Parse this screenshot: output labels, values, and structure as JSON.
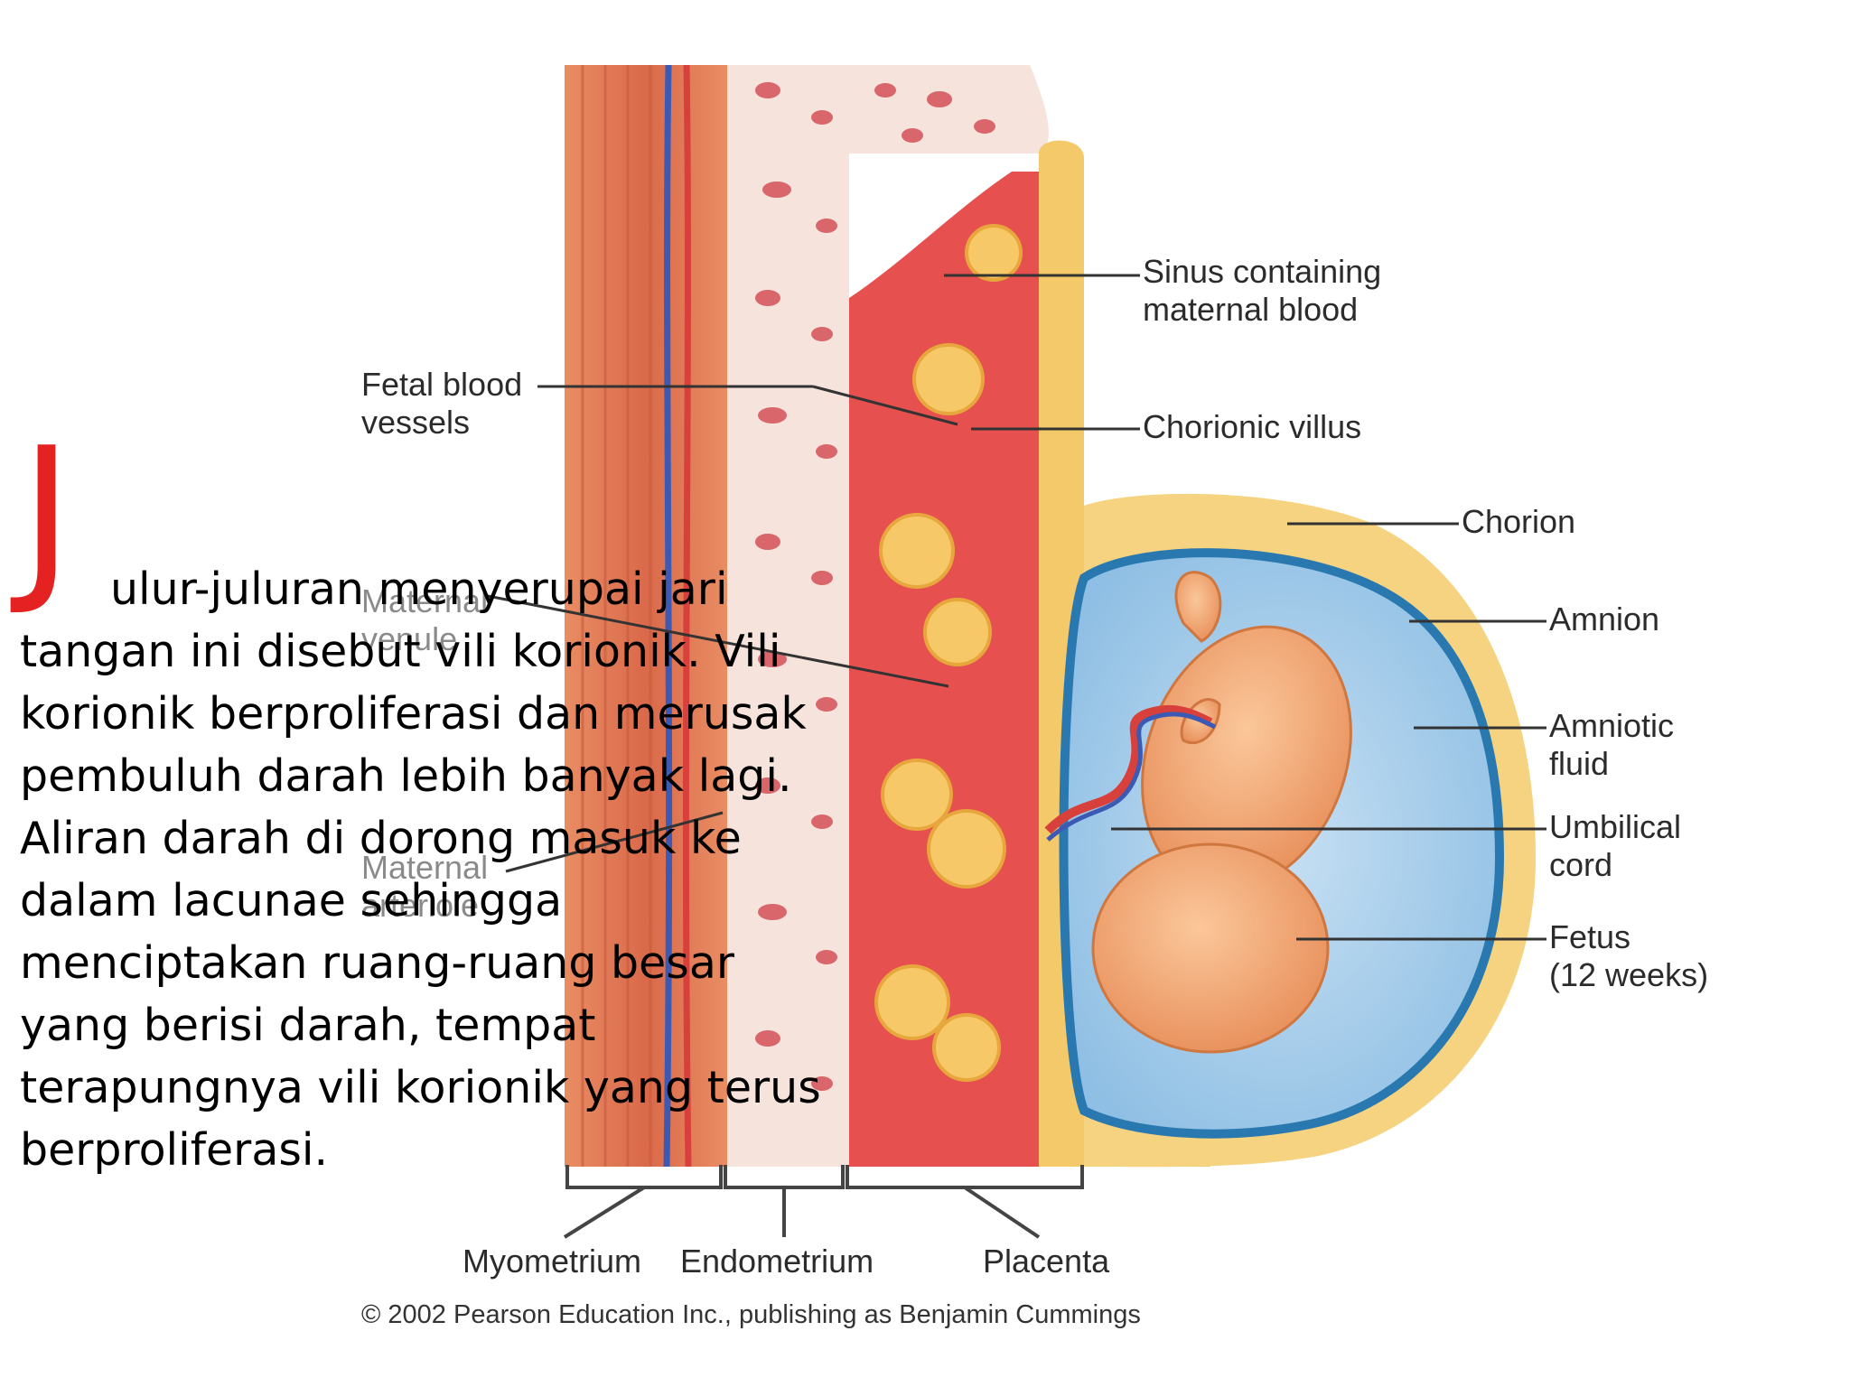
{
  "labels": {
    "sinus": [
      "Sinus containing",
      "maternal blood"
    ],
    "fetal_vessels": [
      "Fetal blood",
      "vessels"
    ],
    "chorionic_villus": "Chorionic villus",
    "chorion": "Chorion",
    "amnion": "Amnion",
    "amniotic_fluid": [
      "Amniotic",
      "fluid"
    ],
    "umbilical_cord": [
      "Umbilical",
      "cord"
    ],
    "fetus": [
      "Fetus",
      "(12 weeks)"
    ],
    "maternal_venule": [
      "Maternal",
      "venule"
    ],
    "maternal_arteriole": [
      "Maternal",
      "arteriole"
    ],
    "myometrium": "Myometrium",
    "endometrium": "Endometrium",
    "placenta": "Placenta"
  },
  "copyright": "© 2002 Pearson Education Inc., publishing as Benjamin Cummings",
  "overlay": {
    "drop_cap": "J",
    "lines": [
      "ulur-juluran menyerupai jari",
      "tangan ini disebut vili korionik. Vili",
      "korionik berproliferasi dan merusak",
      "pembuluh darah  lebih banyak lagi.",
      "Aliran darah di dorong masuk ke",
      "dalam lacunae sehingga",
      "menciptakan ruang-ruang besar",
      "yang berisi darah, tempat",
      "terapungnya vili korionik yang terus",
      "berproliferasi."
    ]
  },
  "colors": {
    "muscle": "#e07a52",
    "endometrium": "#f6dcd4",
    "maternal_blood": "#e6504f",
    "chorion": "#f3c96a",
    "amniotic_fluid": "#9cc7e8",
    "fetus": "#f2a06b",
    "overlay_accent": "#e52222"
  }
}
